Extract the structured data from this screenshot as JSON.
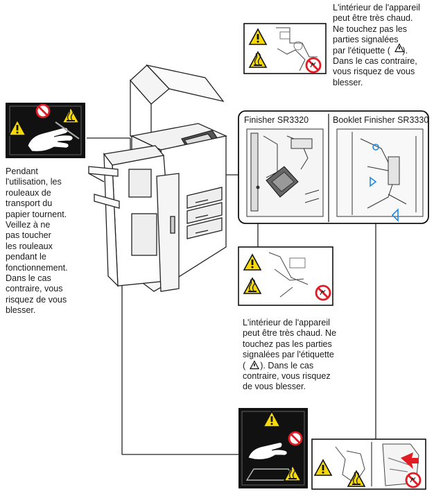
{
  "warnings": {
    "top_right": [
      "L'intérieur de l'appareil",
      "peut être très chaud.",
      "Ne touchez pas les",
      "parties signalées",
      "par l'étiquette (     ).",
      "Dans le cas contraire,",
      "vous risquez de vous",
      "blesser."
    ],
    "left": [
      "Pendant",
      "l'utilisation, les",
      "rouleaux de",
      "transport du",
      "papier tournent.",
      "Veillez à ne",
      "pas toucher",
      "les rouleaux",
      "pendant le",
      "fonctionnement.",
      "Dans le cas",
      "contraire, vous",
      "risquez de vous",
      "blesser."
    ],
    "middle": [
      "L'intérieur de l'appareil",
      "peut être très chaud. Ne",
      "touchez pas les parties",
      "signalées par l'étiquette",
      "(      ). Dans le cas",
      "contraire, vous risquez",
      "de vous blesser."
    ]
  },
  "finishers": {
    "left_label": "Finisher SR3320",
    "right_label": "Booklet Finisher SR3330"
  },
  "colors": {
    "warning_yellow": "#f5d90a",
    "prohibit_red": "#e01b24",
    "label_black": "#111111",
    "line": "#222222"
  },
  "icons": [
    "warning-triangle-icon",
    "hot-surface-icon",
    "no-touch-icon",
    "hand-icon"
  ]
}
